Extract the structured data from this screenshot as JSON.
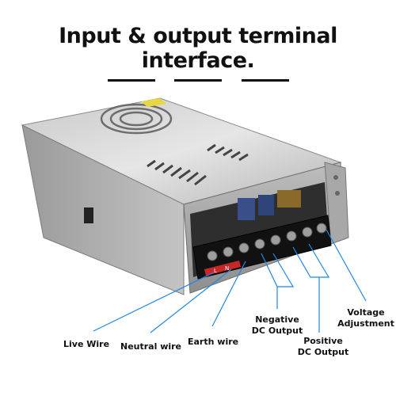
{
  "title": "Input & output terminal interface.",
  "labels": {
    "live": "Live Wire",
    "neutral": "Neutral wire",
    "earth": "Earth wire",
    "negative_line1": "Negative",
    "negative_line2": "DC Output",
    "positive_line1": "Positive",
    "positive_line2": "DC Output",
    "voltage_line1": "Voltage",
    "voltage_line2": "Adjustment"
  },
  "terminal_marks": {
    "L": "L",
    "N": "N"
  },
  "colors": {
    "leader_line": "#1e88e5",
    "terminal_red": "#c62828"
  }
}
